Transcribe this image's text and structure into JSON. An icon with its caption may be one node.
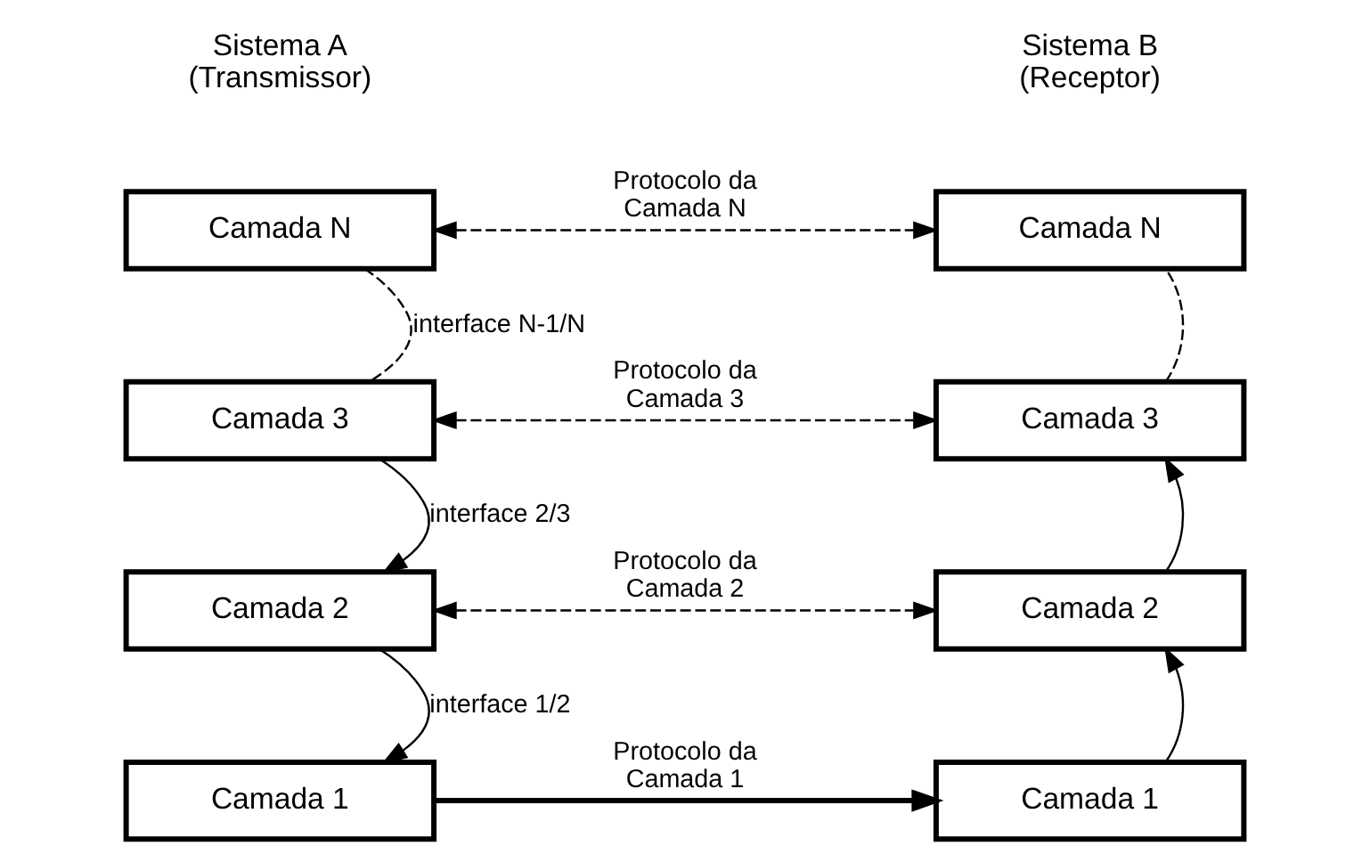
{
  "diagram": {
    "nodes": [
      {
        "text": [
          "Camada N"
        ]
      },
      {
        "text": [
          "Camada 3"
        ]
      },
      {
        "text": [
          "Camada 2"
        ]
      },
      {
        "text": [
          "Camada 1"
        ]
      },
      {
        "text": [
          "Camada N"
        ]
      },
      {
        "text": [
          "Camada 3"
        ]
      },
      {
        "text": [
          "Camada 2"
        ]
      },
      {
        "text": [
          "Camada 1"
        ]
      }
    ],
    "edges": [
      {
        "from": 0,
        "to": 4,
        "arrow": "both",
        "style": "dashed",
        "label": "Protocolo da Camada N"
      },
      {
        "from": 0,
        "to": 1,
        "arrow": "none",
        "style": "dashed",
        "label": "interface N-1/N"
      },
      {
        "from": 1,
        "to": 5,
        "arrow": "both",
        "style": "dashed",
        "label": "Protocolo da Camada 3"
      },
      {
        "from": 1,
        "to": 2,
        "arrow": "to",
        "label": "interface 2/3"
      },
      {
        "from": 2,
        "to": 6,
        "arrow": "both",
        "style": "dashed",
        "label": "Protocolo da Camada 2"
      },
      {
        "from": 2,
        "to": 3,
        "arrow": "to",
        "label": "interface 1/2"
      },
      {
        "from": 3,
        "to": 7,
        "arrow": "to",
        "style": "thick",
        "label": "Protocolo da Camada 1"
      },
      {
        "from": 7,
        "to": 6,
        "arrow": "to"
      },
      {
        "from": 6,
        "to": 5,
        "arrow": "to"
      },
      {
        "from": 5,
        "to": 4,
        "arrow": "none",
        "style": "dashed"
      }
    ],
    "labels": [
      "Sistema A (Transmissor)",
      "Sistema B (Receptor)"
    ]
  }
}
